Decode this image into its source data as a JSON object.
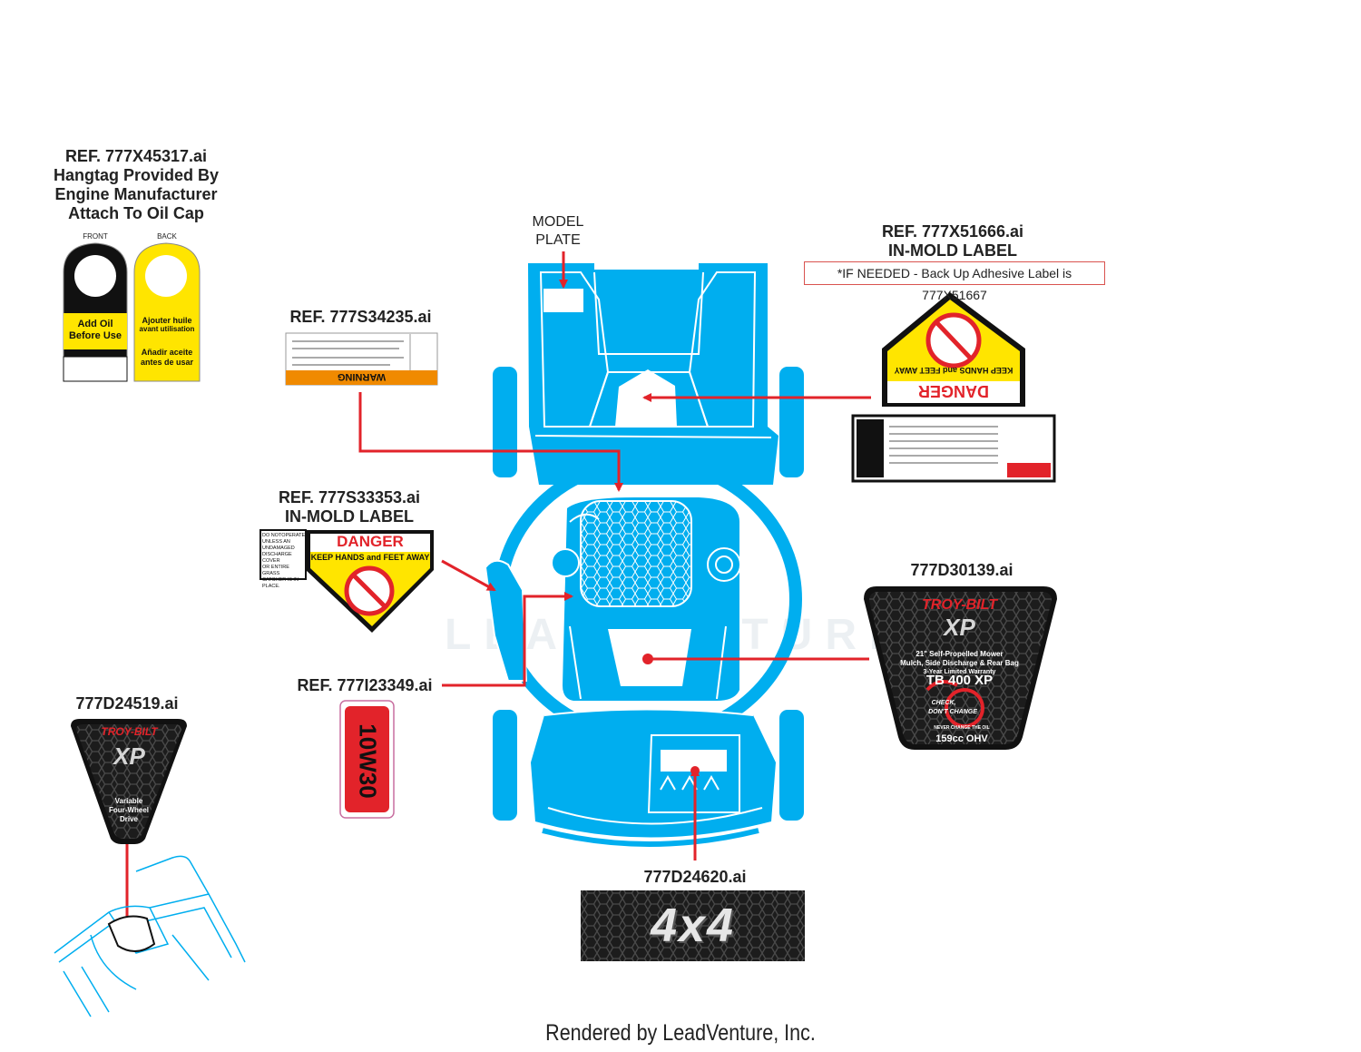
{
  "callouts": {
    "hangtag": {
      "lines": [
        "REF. 777X45317.ai",
        "Hangtag Provided By",
        "Engine Manufacturer",
        "Attach To Oil Cap"
      ]
    },
    "hangtag_front": "FRONT",
    "hangtag_back": "BACK",
    "hangtag_front_text": [
      "Add Oil",
      "Before Use"
    ],
    "hangtag_back_text_1": [
      "Ajouter huile",
      "avant utilisation"
    ],
    "hangtag_back_text_2": [
      "Añadir aceite",
      "antes de usar"
    ],
    "model_plate": [
      "MODEL",
      "PLATE"
    ],
    "in_mold_top": {
      "ref": "REF. 777X51666.ai",
      "sub": "IN-MOLD LABEL"
    },
    "backup_note": "*IF NEEDED - Back Up Adhesive Label is 777X51667",
    "warning_label": "REF. 777S34235.ai",
    "warning_word": "WARNING",
    "danger_label": {
      "ref": "REF. 777S33353.ai",
      "sub": "IN-MOLD LABEL"
    },
    "danger_word": "DANGER",
    "danger_sub": "KEEP HANDS and FEET AWAY",
    "danger_side": [
      "DO NOTOPERATE",
      "UNLESS AN",
      "UNDAMAGED",
      "DISCHARGE COVER",
      "OR ENTIRE GRASS",
      "CATCHER IS IN",
      "PLACE."
    ],
    "oil_label": "REF. 777I23349.ai",
    "oil_text": "10W30",
    "xp_label": "777D30139.ai",
    "xp_brand": "TROY-BILT",
    "xp_series": "XP",
    "xp_lines": [
      "21\" Self-Propelled  Mower",
      "Mulch, Side Discharge & Rear Bag",
      "3-Year Limited Warranty"
    ],
    "xp_model": "TB 400 XP",
    "xp_check": [
      "CHECK,",
      "DON'T CHANGE",
      "NEVER CHANGE THE OIL"
    ],
    "xp_engine": "159cc OHV",
    "fourwd_label": "777D24519.ai",
    "fourwd_lines": [
      "Variable",
      "Four-Wheel",
      "Drive"
    ],
    "fourx4_label": "777D24620.ai",
    "fourx4_text": "4x4"
  },
  "footer": "Rendered by LeadVenture, Inc.",
  "watermark": "LEADVENTURE",
  "colors": {
    "mower_blue": "#00aeef",
    "arrow_red": "#e2232a",
    "danger_yellow": "#ffe500"
  }
}
